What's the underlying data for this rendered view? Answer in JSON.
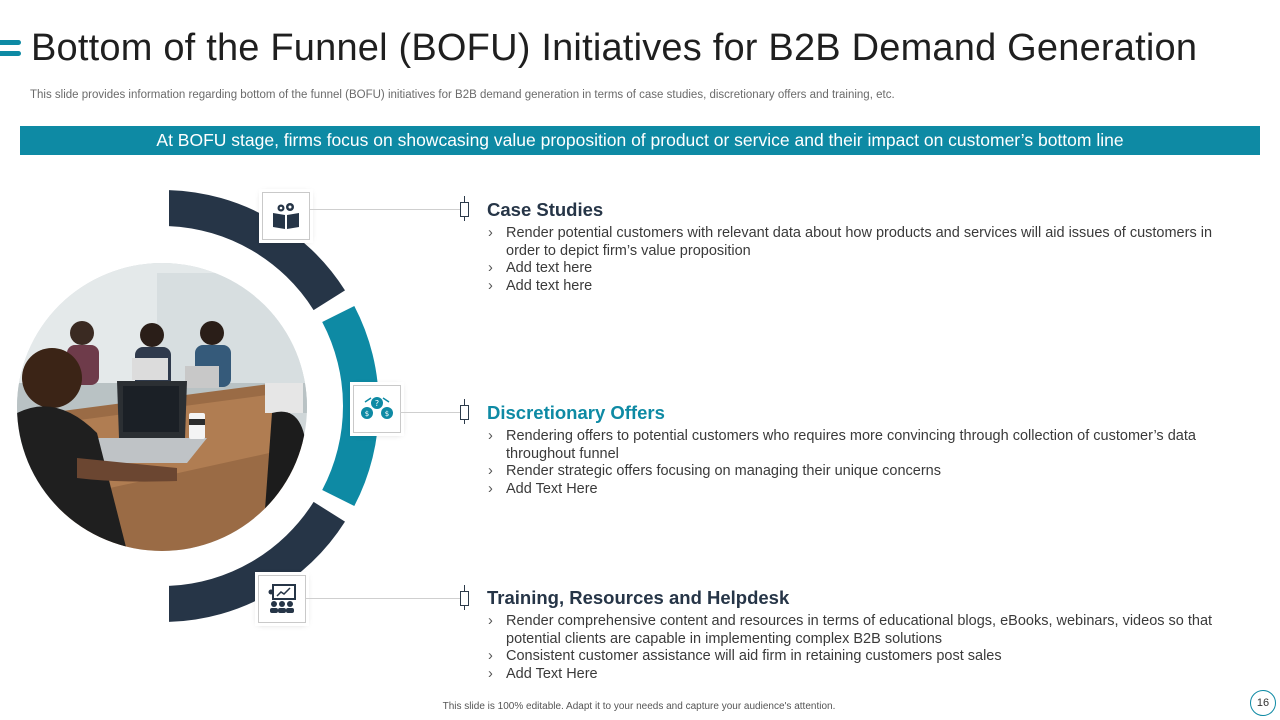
{
  "slide": {
    "title": "Bottom of the Funnel (BOFU) Initiatives for B2B Demand Generation",
    "subtitle": "This slide provides  information  regarding  bottom of the funnel  (BOFU)  initiatives for B2B demand generation  in terms of case studies, discretionary offers  and training, etc.",
    "banner": "At BOFU stage, firms focus on showcasing value proposition of product or service and their impact on customer’s bottom line",
    "footer": "This slide is 100% editable.  Adapt it to your needs and capture your audience's attention.",
    "page_number": "16"
  },
  "colors": {
    "teal": "#0e8aa4",
    "navy": "#263547"
  },
  "diagram": {
    "photo_alt": "team-meeting-photo",
    "icons": [
      "open-book-with-gears-icon",
      "money-bags-offer-icon",
      "training-presentation-icon"
    ]
  },
  "sections": [
    {
      "heading": "Case Studies",
      "bullets": [
        "Render potential  customers with relevant data about how products and services will aid issues of customers in order to depict firm’s value  proposition",
        "Add text here",
        "Add text here"
      ]
    },
    {
      "heading": "Discretionary Offers",
      "bullets": [
        "Rendering offers to potential  customers who requires more convincing through collection of customer’s data throughout funnel",
        "Render strategic offers focusing on managing their unique concerns",
        "Add Text Here"
      ]
    },
    {
      "heading": "Training, Resources and Helpdesk",
      "bullets": [
        "Render comprehensive content and resources in terms of educational blogs, eBooks, webinars, videos so that potential clients are capable  in implementing complex B2B solutions",
        "Consistent customer assistance will aid firm in retaining customers post sales",
        "Add Text Here"
      ]
    }
  ]
}
